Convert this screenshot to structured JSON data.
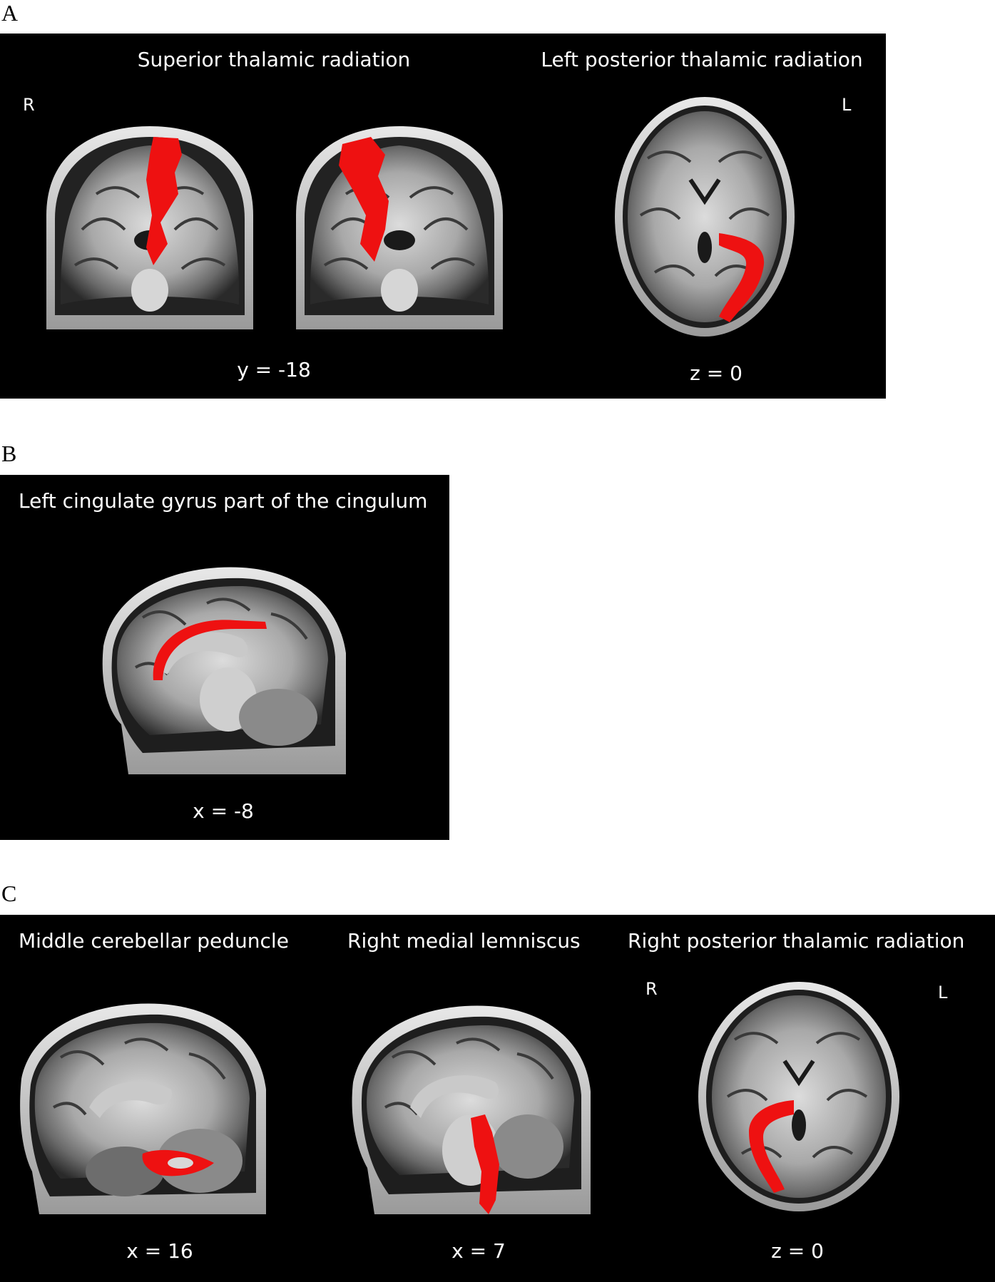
{
  "panel_a": {
    "letter": "A",
    "title_left": "Superior thalamic radiation",
    "title_right": "Left posterior thalamic radiation",
    "orient_r": "R",
    "orient_l": "L",
    "coord_left": "y = -18",
    "coord_right": "z = 0"
  },
  "panel_b": {
    "letter": "B",
    "title": "Left cingulate gyrus part of the cingulum",
    "coord": "x = -8"
  },
  "panel_c": {
    "letter": "C",
    "title_1": "Middle cerebellar peduncle",
    "title_2": "Right medial lemniscus",
    "title_3": "Right posterior thalamic radiation",
    "orient_r": "R",
    "orient_l": "L",
    "coord_1": "x = 16",
    "coord_2": "x = 7",
    "coord_3": "z = 0"
  },
  "colors": {
    "tract": "#ee1111",
    "background": "#000000"
  }
}
